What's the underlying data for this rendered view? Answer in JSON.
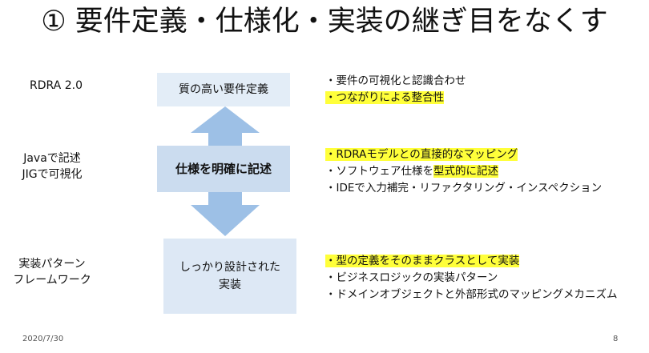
{
  "title": "① 要件定義・仕様化・実装の継ぎ目をなくす",
  "rows": [
    {
      "side_label_lines": [
        "RDRA 2.0"
      ],
      "box_lines": [
        "質の高い要件定義"
      ],
      "bullets": [
        {
          "text": "・要件の可視化と認識合わせ",
          "highlight": false
        },
        {
          "text": "・つながりによる整合性",
          "highlight": true
        }
      ]
    },
    {
      "side_label_lines": [
        "Javaで記述",
        "JIGで可視化"
      ],
      "box_lines": [
        "仕様を明確に記述"
      ],
      "bullets": [
        {
          "text": "・RDRAモデルとの直接的なマッピング",
          "highlight": true
        },
        {
          "text_parts": [
            "・ソフトウェア仕様を",
            "型式的に記述"
          ],
          "highlight_part": 1
        },
        {
          "text": "・IDEで入力補完・リファクタリング・インスペクション",
          "highlight": false
        }
      ]
    },
    {
      "side_label_lines": [
        "実装パターン",
        "フレームワーク"
      ],
      "box_lines": [
        "しっかり設計された",
        "実装"
      ],
      "bullets": [
        {
          "text": "・型の定義をそのままクラスとして実装",
          "highlight": true
        },
        {
          "text": "・ビジネスロジックの実装パターン",
          "highlight": false
        },
        {
          "text": "・ドメインオブジェクトと外部形式のマッピングメカニズム",
          "highlight": false
        }
      ]
    }
  ],
  "footer": {
    "date": "2020/7/30",
    "page": "8"
  },
  "colors": {
    "arrow": "#9dc0e6",
    "highlight": "#ffff3a"
  }
}
